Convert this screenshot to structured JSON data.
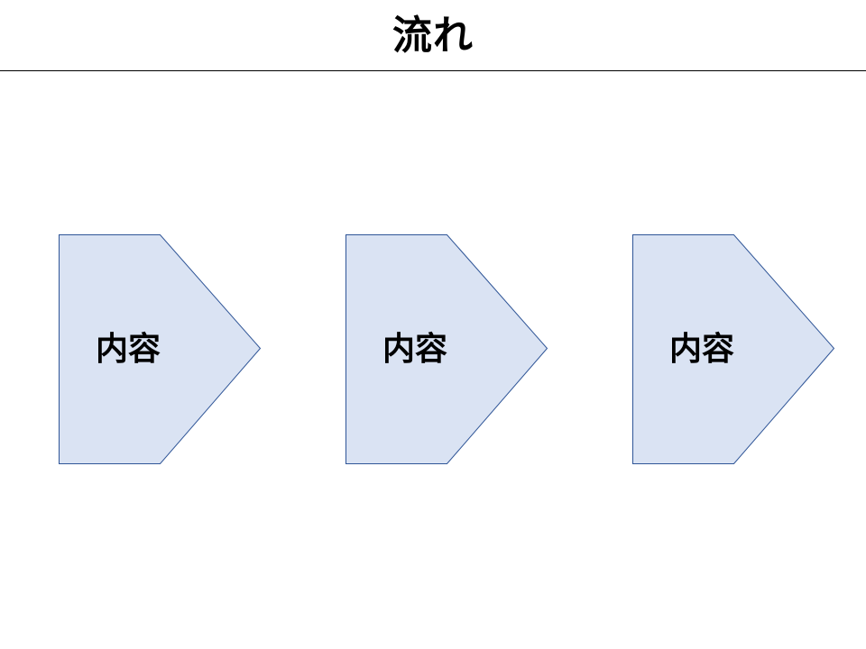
{
  "title": "流れ",
  "steps": [
    {
      "label": "内容"
    },
    {
      "label": "内容"
    },
    {
      "label": "内容"
    }
  ],
  "colors": {
    "shape_fill": "#dae3f3",
    "shape_stroke": "#2f5597",
    "text": "#000000",
    "rule": "#000000"
  }
}
